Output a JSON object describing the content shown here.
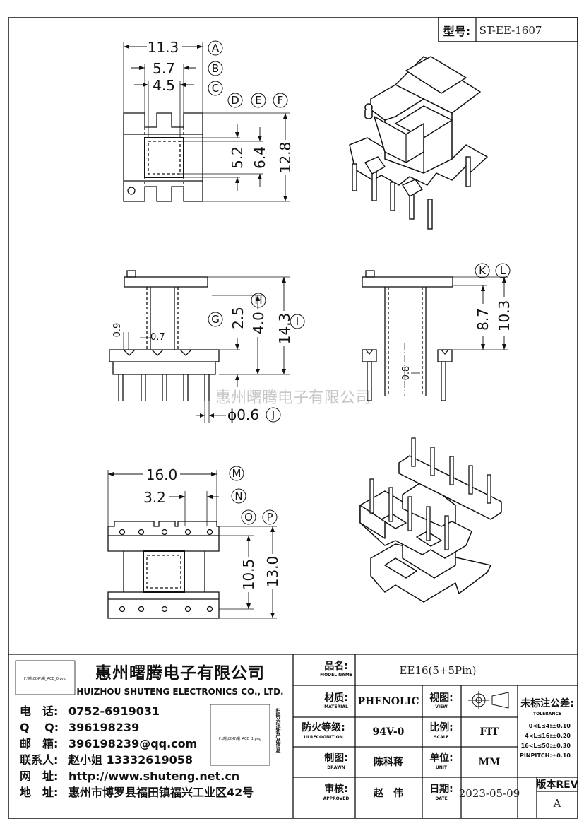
{
  "header": {
    "model_label": "型号:",
    "model_value": "ST-EE-1607"
  },
  "top_view": {
    "dims": {
      "a": "11.3",
      "b": "5.7",
      "c": "4.5",
      "d": "5.2",
      "e": "6.4",
      "f": "12.8"
    },
    "labels": [
      "A",
      "B",
      "C",
      "D",
      "E",
      "F"
    ]
  },
  "side_view": {
    "dims": {
      "g": "2.5",
      "h": "4.0",
      "i": "14.3",
      "t09": "0.9",
      "t07": "0.7",
      "j": "ϕ0.6"
    },
    "labels": [
      "G",
      "H",
      "I",
      "J"
    ]
  },
  "end_view": {
    "dims": {
      "k": "8.7",
      "l": "10.3",
      "t08": "0.8"
    },
    "labels": [
      "K",
      "L"
    ]
  },
  "bottom_view": {
    "dims": {
      "m": "16.0",
      "n": "3.2",
      "o": "10.5",
      "p": "13.0"
    },
    "labels": [
      "M",
      "N",
      "O",
      "P"
    ]
  },
  "watermark": "惠州曙腾电子有限公司",
  "title_block": {
    "logo_image": "F:\\曙\\CDR\\曙_ACD_0.png",
    "company_cn": "惠州曙腾电子有限公司",
    "company_en": "HUIZHOU SHUTENG ELECTRONICS CO., LTD.",
    "qr_image": "F:\\曙\\CDR\\曙_ACD_1.png",
    "qr_side": "扫码关注新产品信息",
    "contacts": [
      {
        "label": "电　话:",
        "value": "0752-6919031"
      },
      {
        "label": "Q　 Q:",
        "value": "396198239"
      },
      {
        "label": "邮　箱:",
        "value": "396198239@qq.com"
      },
      {
        "label": "联系人:",
        "value": "赵小姐 13332619058"
      },
      {
        "label": "网　址:",
        "value": "http://www.shuteng.net.cn"
      },
      {
        "label": "地　址:",
        "value": "惠州市博罗县福田镇福兴工业区42号"
      }
    ],
    "name_label": "品名:",
    "name_sub": "MODEL NAME",
    "name_value": "EE16(5+5Pin)",
    "material_label": "材质:",
    "material_sub": "MATERIAL",
    "material_value": "PHENOLIC",
    "view_label": "视图:",
    "view_sub": "VIEW",
    "flame_label": "防火等级:",
    "flame_sub": "ULRECOGNITION",
    "flame_value": "94V-0",
    "scale_label": "比例:",
    "scale_sub": "SCALE",
    "scale_value": "FIT",
    "drawn_label": "制图:",
    "drawn_sub": "DRAWN",
    "drawn_value": "陈科蒋",
    "unit_label": "单位:",
    "unit_sub": "UNIT",
    "unit_value": "MM",
    "approved_label": "审核:",
    "approved_sub": "APPROVED",
    "approved_value": "赵　伟",
    "date_label": "日期:",
    "date_sub": "DATE",
    "date_value": "2023-05-09",
    "tolerance_title": "未标注公差:",
    "tolerance_sub": "TOLERANCE",
    "tolerance_rows": [
      "0<L≤4:±0.10",
      "4<L≤16:±0.20",
      "16<L≤50:±0.30",
      "PINPITCH:±0.10"
    ],
    "rev_label": "版本REV",
    "rev_value": "A"
  }
}
